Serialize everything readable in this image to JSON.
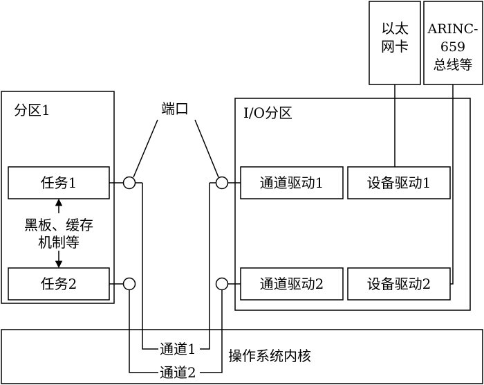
{
  "partition1": {
    "title": "分区1"
  },
  "task1": {
    "label": "任务1"
  },
  "task2": {
    "label": "任务2"
  },
  "blackboard": {
    "line1": "黑板、缓存",
    "line2": "机制等"
  },
  "port_label": "端口",
  "io_partition": {
    "title": "I/O分区"
  },
  "channel_driver1": {
    "label": "通道驱动1"
  },
  "channel_driver2": {
    "label": "通道驱动2"
  },
  "device_driver1": {
    "label": "设备驱动1"
  },
  "device_driver2": {
    "label": "设备驱动2"
  },
  "ethernet_card": {
    "line1": "以太",
    "line2": "网卡"
  },
  "arinc_bus": {
    "line1": "ARINC-",
    "line2": "659",
    "line3": "总线等"
  },
  "kernel": {
    "label": "操作系统内核"
  },
  "channel1": {
    "label": "通道1"
  },
  "channel2": {
    "label": "通道2"
  }
}
